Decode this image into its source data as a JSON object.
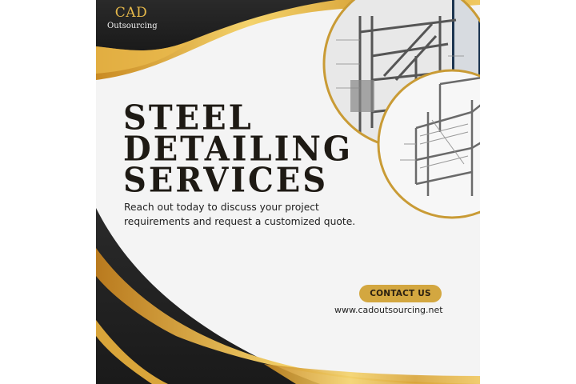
{
  "logo": {
    "brand": "CAD",
    "subtitle": "Outsourcing"
  },
  "headline": {
    "line1": "STEEL",
    "line2": "DETAILING",
    "line3": "SERVICES"
  },
  "subtext": {
    "line1": "Reach out today to discuss your project",
    "line2": "requirements and request a customized quote."
  },
  "cta": {
    "label": "CONTACT US"
  },
  "website": "www.cadoutsourcing.net",
  "images": {
    "top": "steel-frame-cad-drawing-on-monitor",
    "bottom": "steel-structure-isometric-drawing"
  },
  "colors": {
    "background": "#f4f4f4",
    "gold": "#d3a740",
    "gold_light": "#f2d27a",
    "dark": "#1f1f1f",
    "text": "#1e1a14"
  }
}
